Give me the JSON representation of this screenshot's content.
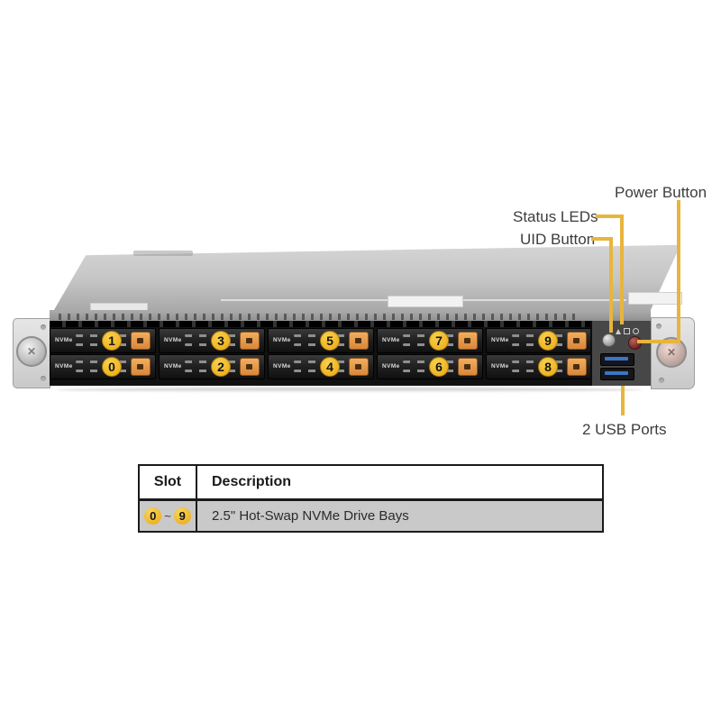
{
  "figure": {
    "type": "server-front-view-diagram",
    "chassis": "1U rack server with 10 hot-swap drive bays"
  },
  "labels": {
    "power_button": "Power Button",
    "status_leds": "Status LEDs",
    "uid_button": "UID Button",
    "usb_ports": "2 USB Ports"
  },
  "server": {
    "drive_label": "NVMe",
    "columns": 5,
    "top_row_slots": [
      "1",
      "3",
      "5",
      "7",
      "9"
    ],
    "bottom_row_slots": [
      "0",
      "2",
      "4",
      "6",
      "8"
    ]
  },
  "table": {
    "headers": [
      "Slot",
      "Description"
    ],
    "rows": [
      {
        "slot_start": "0",
        "slot_sep": "~",
        "slot_end": "9",
        "description": "2.5\" Hot-Swap NVMe Drive Bays"
      }
    ]
  },
  "colors": {
    "callout_yellow": "#e8b53c",
    "slot_badge_gold": "#eeb21f",
    "slot_badge_highlight": "#f7d04f",
    "tray_button_orange": "#d9863a",
    "tray_button_highlight": "#f0ae5e",
    "usb_blue": "#3a76c4",
    "power_button_red": "#6b1f1d"
  }
}
